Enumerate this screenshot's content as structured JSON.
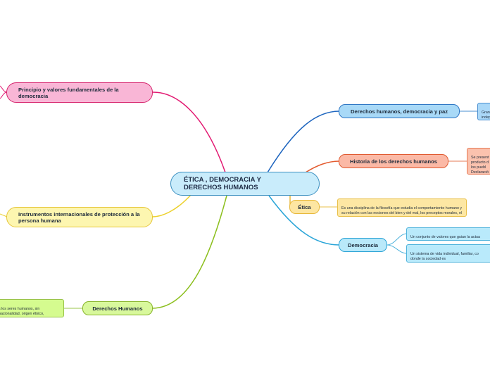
{
  "center": {
    "title": "ÉTICA , DEMOCRACIA Y\nDERECHOS HUMANOS"
  },
  "topics": {
    "principios": "Principio y valores fundamentales de la democracia",
    "instrumentos": "Instrumentos internacionales de protección a la persona humana",
    "derechos_humanos": "Derechos Humanos",
    "ddhh_democracia_paz": "Derechos humanos, democracia y paz",
    "historia": "Historia de los derechos humanos",
    "etica": "Ética",
    "democracia": "Democracia"
  },
  "details": {
    "ddhh_democracia_paz": "Gran\nindep\ndere",
    "historia": "Se present\nproducto d\nlos puebl\nDeclaració\nHumanos",
    "etica": "Es una disciplina de la filosofía que estudia el comportamiento humano y su relación con las nociones del bien y del mal, los preceptos morales, el deber, la felicidad y el bienestar común.",
    "democracia_1": "Un conjunto de valores que guian la actua\nmiembros de la sociedad",
    "democracia_2": "Un sistema de vida individual, familiar, co\ndonde la sociedad es\n más segura, justa, tolerante e igualitaria",
    "derechos_humanos": "s los seres humanos, sin\nnacionalidad, origen étnico,\ncondición."
  },
  "colors": {
    "pink": "#d7266f",
    "yellow": "#e6c63a",
    "green": "#88b52a",
    "blue": "#2e76c4",
    "salmon": "#e05a31",
    "gold": "#e7b83a",
    "cyan": "#2ca3d6"
  }
}
